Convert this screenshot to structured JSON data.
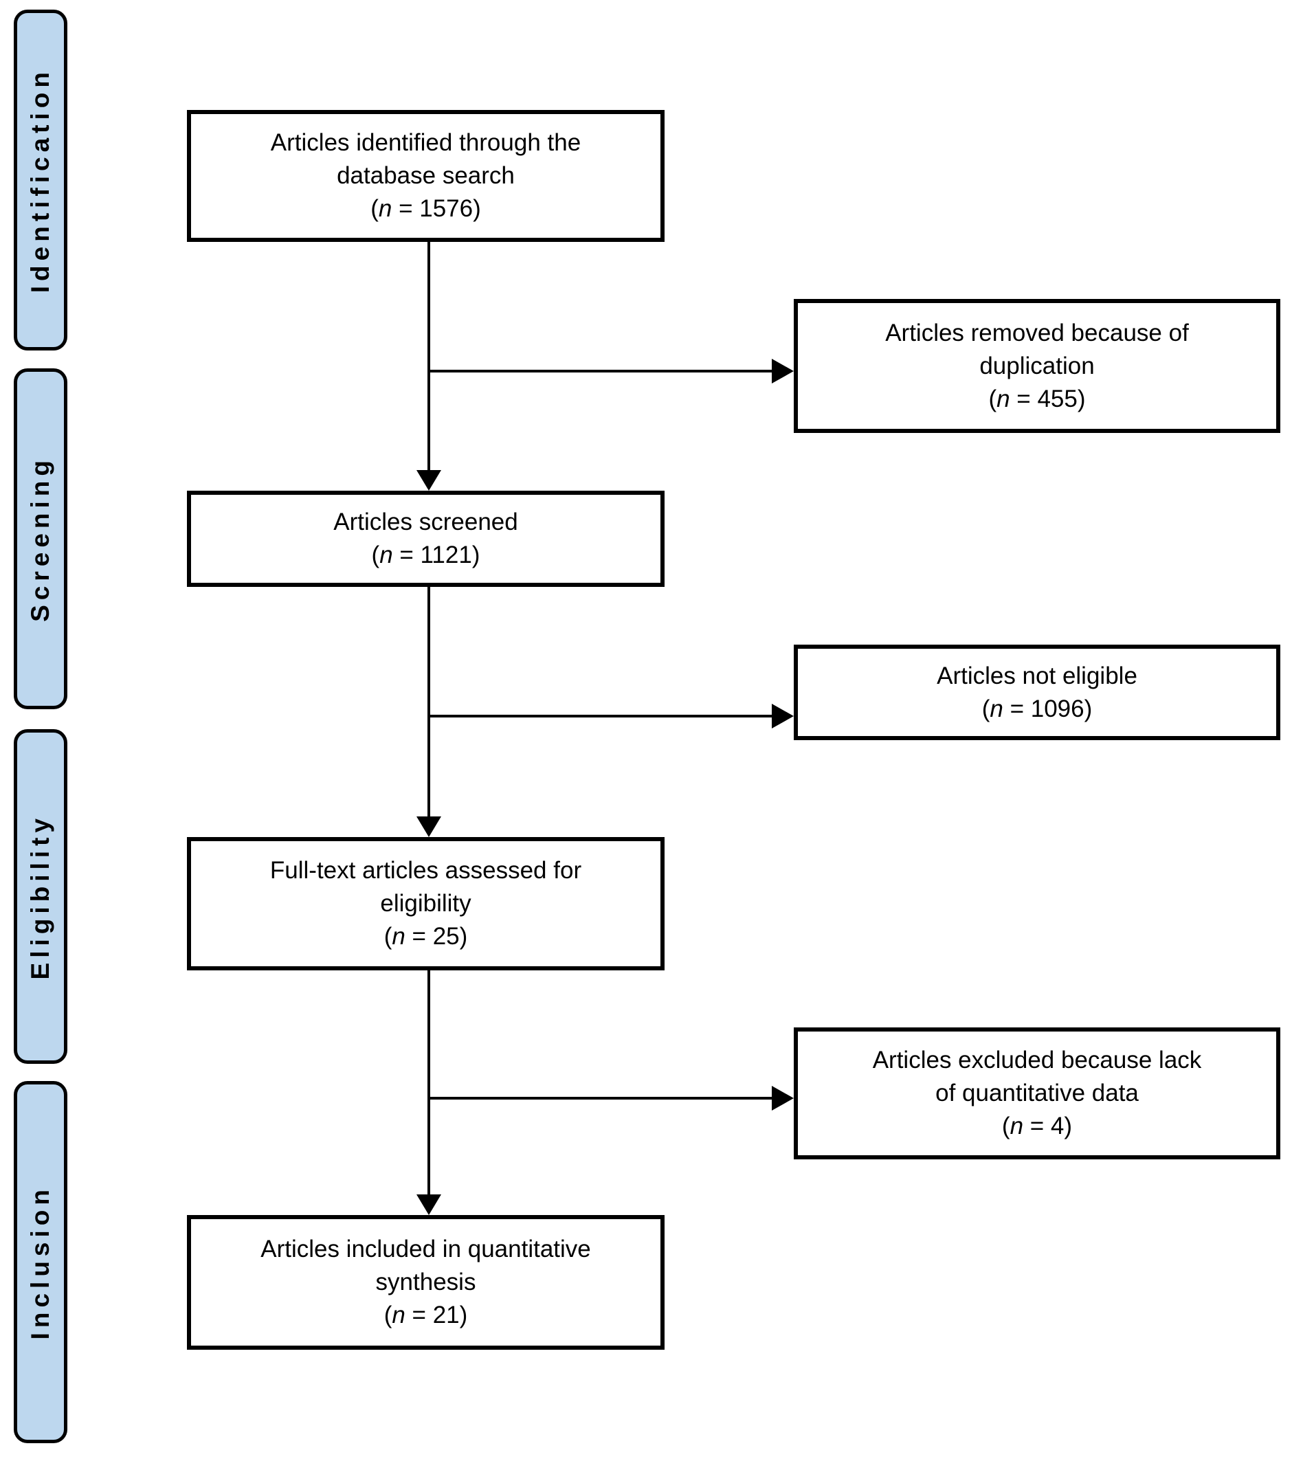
{
  "colors": {
    "stage_fill": "#bdd7ee",
    "line_color": "#000000",
    "box_bg": "#ffffff"
  },
  "stages": [
    {
      "label": "Identification"
    },
    {
      "label": "Screening"
    },
    {
      "label": "Eligibility"
    },
    {
      "label": "Inclusion"
    }
  ],
  "main_boxes": [
    {
      "lines": [
        "Articles identified through the",
        "database search"
      ],
      "count_open": "(",
      "count_label": "n",
      "count_rest": " = 1576)"
    },
    {
      "lines": [
        "Articles screened"
      ],
      "count_open": "(",
      "count_label": "n",
      "count_rest": " = 1121)"
    },
    {
      "lines": [
        "Full-text articles assessed for",
        "eligibility"
      ],
      "count_open": "(",
      "count_label": "n",
      "count_rest": " = 25)"
    },
    {
      "lines": [
        "Articles included in quantitative",
        "synthesis"
      ],
      "count_open": "(",
      "count_label": "n",
      "count_rest": " = 21)"
    }
  ],
  "side_boxes": [
    {
      "lines": [
        "Articles removed because of",
        "duplication"
      ],
      "count_open": "(",
      "count_label": "n",
      "count_rest": " = 455)"
    },
    {
      "lines": [
        "Articles not eligible"
      ],
      "count_open": "(",
      "count_label": "n",
      "count_rest": " = 1096)"
    },
    {
      "lines": [
        "Articles excluded because lack",
        "of quantitative data"
      ],
      "count_open": "(",
      "count_label": "n",
      "count_rest": " = 4)"
    }
  ]
}
